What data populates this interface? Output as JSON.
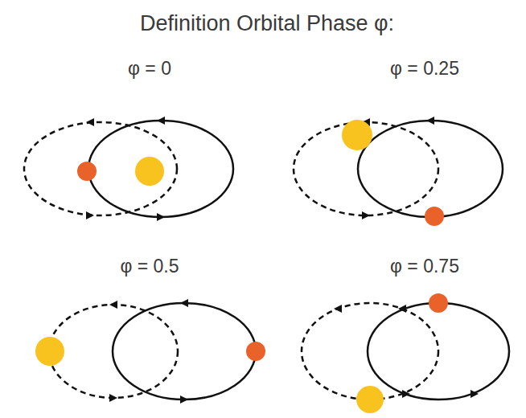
{
  "diagram": {
    "title": "Definition Orbital Phase φ:",
    "labels": [
      "φ = 0",
      "φ = 0.25",
      "φ = 0.5",
      "φ = 0.75"
    ]
  }
}
